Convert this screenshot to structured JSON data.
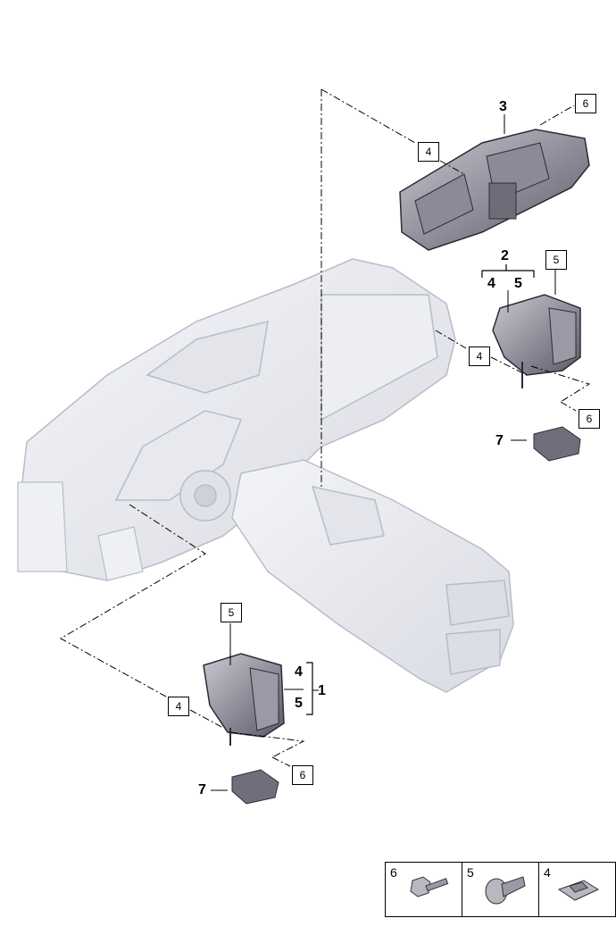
{
  "callouts": {
    "c3": "3",
    "c2": "2",
    "c4_upper": "4",
    "c5_upper": "5",
    "c7_upper": "7",
    "c1": "1",
    "c4_lower": "4",
    "c5_lower": "5",
    "c7_lower": "7"
  },
  "boxed_refs": {
    "b6_top": "6",
    "b4_top": "4",
    "b5_right": "5",
    "b4_right": "4",
    "b6_right": "6",
    "b5_lower": "5",
    "b4_lower": "4",
    "b6_lower": "6"
  },
  "legend": [
    {
      "num": "6",
      "icon": "bolt-icon"
    },
    {
      "num": "5",
      "icon": "expanding-rivet-icon"
    },
    {
      "num": "4",
      "icon": "clip-nut-icon"
    }
  ]
}
